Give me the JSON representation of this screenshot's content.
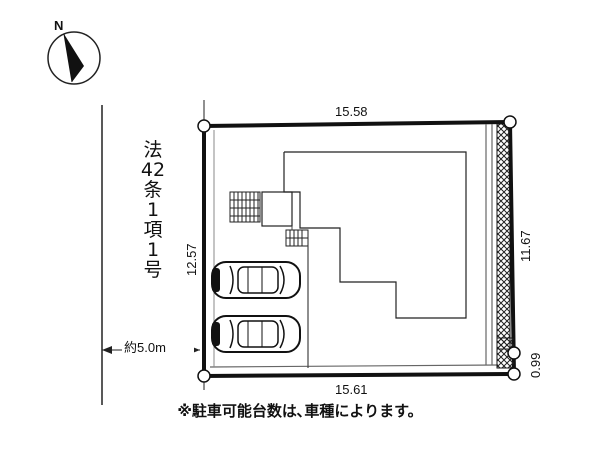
{
  "compass": {
    "label": "N",
    "icon": "north-arrow-icon"
  },
  "road": {
    "label_chars": [
      "法",
      "42",
      "条",
      "1",
      "項",
      "1",
      "号"
    ],
    "width": "約5.0m"
  },
  "dimensions": {
    "top": "15.58",
    "bottom": "15.61",
    "left": "12.57",
    "right": "11.67",
    "right_small": "0.99"
  },
  "parking": {
    "icon": "car-icon"
  },
  "footnote": "※駐車可能台数は､車種によります。"
}
